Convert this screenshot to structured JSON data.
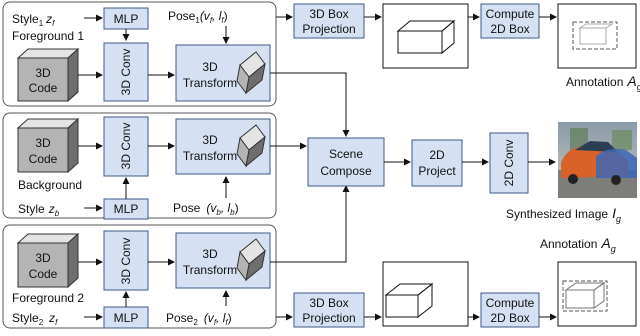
{
  "labels": {
    "style1": "Style",
    "style1_sub": "1",
    "style1_var": "z",
    "style1_var_sub": "f",
    "mlp": "MLP",
    "pose1": "Pose",
    "pose1_sub": "1",
    "pose1_args": "(v",
    "pose1_args_sub": "f",
    "pose1_args2": ", l",
    "pose1_args2_sub": "f",
    "pose1_close": ")",
    "foreground1": "Foreground 1",
    "code": "Code",
    "code_3d": "3D",
    "conv3d": "3D Conv",
    "transform_l1": "3D",
    "transform_l2": "Transform",
    "background": "Background",
    "style_b": "Style",
    "style_b_var": "z",
    "style_b_sub": "b",
    "pose_b": "Pose",
    "pose_b_args": "(v",
    "pose_b_args_sub": "b",
    "pose_b_args2": ", l",
    "pose_b_args2_sub": "b",
    "pose_b_close": ")",
    "foreground2": "Foreground 2",
    "style2": "Style",
    "style2_sub": "2",
    "style2_var": "z",
    "style2_var_sub": "f",
    "pose2": "Pose",
    "pose2_sub": "2",
    "pose2_args": "(v",
    "pose2_args_sub": "f",
    "pose2_args2": ", l",
    "pose2_args2_sub": "f",
    "pose2_close": ")",
    "proj_l1": "3D Box",
    "proj_l2": "Projection",
    "compute_l1": "Compute",
    "compute_l2": "2D Box",
    "annotation": "Annotation",
    "annotation_var": "A",
    "annotation_sub": "g",
    "scene_l1": "Scene",
    "scene_l2": "Compose",
    "project_l1": "2D",
    "project_l2": "Project",
    "conv2d": "2D Conv",
    "synth": "Synthesized Image",
    "synth_var": "I",
    "synth_sub": "g"
  },
  "colors": {
    "block_fill": "#d5e1f2",
    "block_stroke": "#3d5a86",
    "cube_top": "#e4e4e4",
    "cube_front": "#b4b4b4",
    "cube_side": "#6e6e6e"
  },
  "icons": [
    "3d-code-cube-icon",
    "transformed-cube-icon",
    "wireframe-box-icon",
    "synthesized-car-image"
  ]
}
